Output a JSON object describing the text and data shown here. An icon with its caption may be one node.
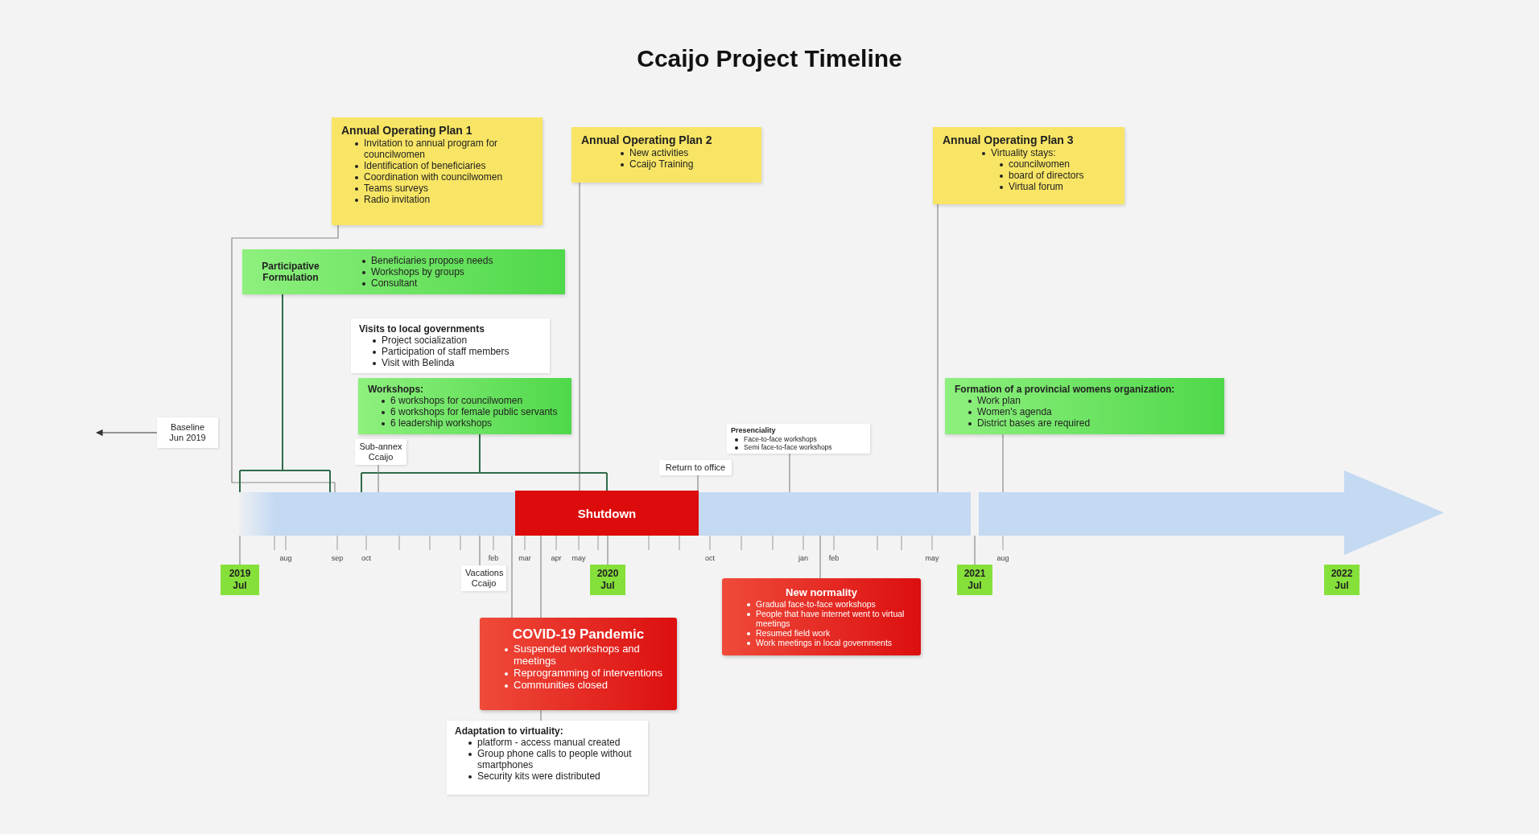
{
  "diagram": {
    "title": "Ccaijo Project Timeline",
    "nodes": [
      {
        "text": [
          "Annual Operating Plan 1",
          "Invitation to annual program for councilwomen",
          "Identification of beneficiaries",
          "Coordination with councilwomen",
          "Teams surveys",
          "Radio invitation"
        ]
      },
      {
        "text": [
          "Annual Operating Plan 2",
          "New activities",
          "Ccaijo Training"
        ]
      },
      {
        "text": [
          "Annual Operating Plan 3",
          "Virtuality stays:",
          "councilwomen",
          "board of directors",
          "Virtual forum"
        ]
      },
      {
        "text": [
          "Participative Formulation",
          "Beneficiaries propose needs",
          "Workshops by groups",
          "Consultant"
        ]
      },
      {
        "text": [
          "Visits to local governments",
          "Project socialization",
          "Participation of staff members",
          "Visit with Belinda"
        ]
      },
      {
        "text": [
          "Workshops:",
          "6 workshops for councilwomen",
          "6 workshops for female public servants",
          "6 leadership workshops"
        ]
      },
      {
        "text": [
          "Formation of a provincial womens organization:",
          "Work plan",
          "Women's agenda",
          "District bases are required"
        ]
      },
      {
        "text": [
          "Baseline Jun 2019"
        ]
      },
      {
        "text": [
          "Sub-annex Ccaijo"
        ]
      },
      {
        "text": [
          "Presenciality",
          "Face-to-face workshops",
          "Semi face-to-face workshops"
        ]
      },
      {
        "text": [
          "Return to office"
        ]
      },
      {
        "text": [],
        "shape": "arrow"
      },
      {
        "text": [
          "Shutdown"
        ],
        "in": 11
      },
      {
        "text": [
          "2019 Jul"
        ]
      },
      {
        "text": [
          "2020 Jul"
        ]
      },
      {
        "text": [
          "2021 Jul"
        ]
      },
      {
        "text": [
          "2022 Jul"
        ]
      },
      {
        "text": [
          "Vacations Ccaijo"
        ]
      },
      {
        "text": [
          "COVID-19 Pandemic",
          "Suspended workshops and meetings",
          "Reprogramming of interventions",
          "Communities closed"
        ]
      },
      {
        "text": [
          "New normality",
          "Gradual face-to-face workshops",
          "People that have internet went to virtual meetings",
          "Resumed field work",
          "Work meetings in local governments"
        ]
      },
      {
        "text": [
          "Adaptation to virtuality:",
          "platform - access manual created",
          "Group phone calls to people without smartphones",
          "Security kits were distributed"
        ]
      }
    ],
    "edges": [
      {
        "from": 0,
        "to": 11,
        "arrow": "none"
      },
      {
        "from": 1,
        "to": 12,
        "arrow": "none"
      },
      {
        "from": 2,
        "to": 11,
        "arrow": "none"
      },
      {
        "from": 3,
        "to": 11,
        "arrow": "none",
        "color": "#2f6b4a"
      },
      {
        "from": 5,
        "to": 11,
        "arrow": "none",
        "color": "#2f6b4a"
      },
      {
        "from": 6,
        "to": 11,
        "arrow": "none"
      },
      {
        "from": 9,
        "to": 11,
        "arrow": "none"
      },
      {
        "from": 10,
        "to": 11,
        "arrow": "none"
      },
      {
        "from": 8,
        "to": 11,
        "arrow": "none"
      },
      {
        "from": 7,
        "to": null,
        "arrow": "to"
      },
      {
        "from": 13,
        "to": 11,
        "arrow": "none"
      },
      {
        "from": 14,
        "to": 12,
        "arrow": "none"
      },
      {
        "from": 15,
        "to": 11,
        "arrow": "none"
      },
      {
        "from": 17,
        "to": 11,
        "arrow": "none"
      },
      {
        "from": 18,
        "to": 12,
        "arrow": "none"
      },
      {
        "from": 18,
        "to": 12,
        "arrow": "none"
      },
      {
        "from": 20,
        "to": 18,
        "arrow": "none"
      },
      {
        "from": 19,
        "to": 11,
        "arrow": "none"
      },
      {
        "from": 5,
        "to": 12,
        "arrow": "none",
        "color": "#2f6b4a"
      }
    ],
    "labels": [
      "aug",
      "sep",
      "oct",
      "feb",
      "mar",
      "apr",
      "may",
      "oct",
      "jan",
      "feb",
      "may",
      "aug"
    ]
  }
}
